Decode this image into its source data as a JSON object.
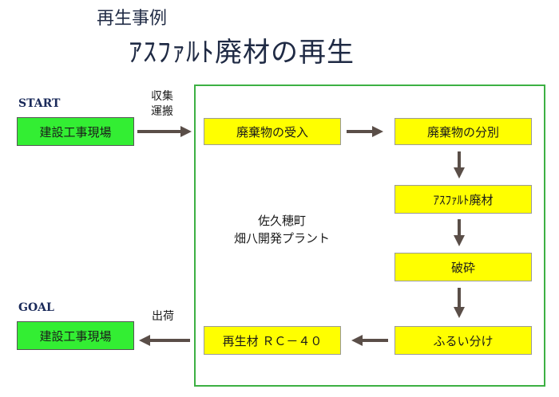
{
  "title": {
    "sub": "再生事例",
    "main": "ｱｽﾌｧﾙﾄ廃材の再生"
  },
  "start_label": "START",
  "goal_label": "GOAL",
  "start_box": "建設工事現場",
  "goal_box": "建設工事現場",
  "transport_label_line1": "収集",
  "transport_label_line2": "運搬",
  "shipping_label": "出荷",
  "plant": {
    "name_line1": "佐久穂町",
    "name_line2": "畑八開発プラント"
  },
  "steps": {
    "receive": "廃棄物の受入",
    "separate": "廃棄物の分別",
    "asphalt": "ｱｽﾌｧﾙﾄ廃材",
    "crush": "破砕",
    "sieve": "ふるい分け",
    "product": "再生材 ＲＣ－４０"
  },
  "colors": {
    "process_box": "#ffff00",
    "site_box": "#33ee33",
    "plant_border": "#3cb043",
    "arrow": "#5a4e48"
  }
}
